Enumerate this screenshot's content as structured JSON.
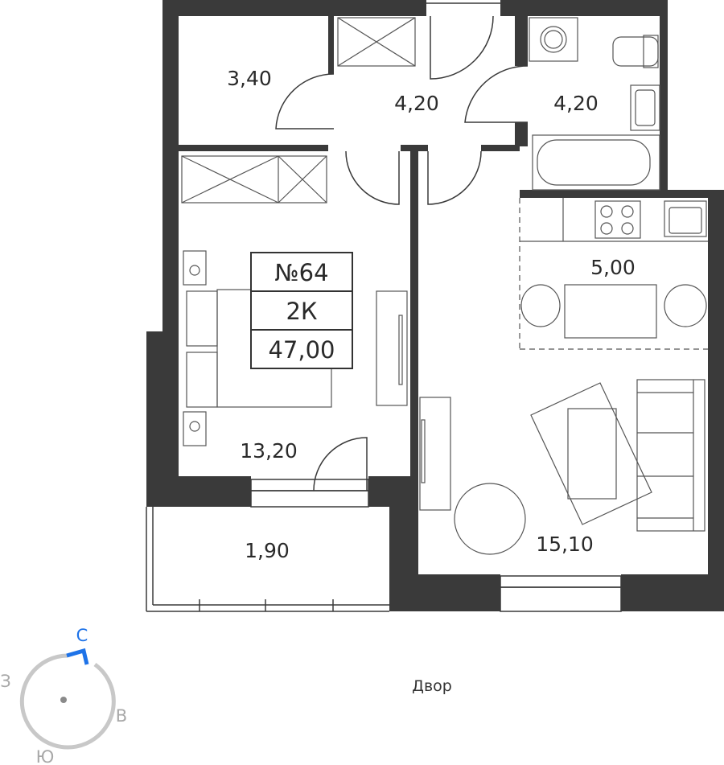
{
  "apartment": {
    "number": "№64",
    "type": "2К",
    "total_area": "47,00"
  },
  "rooms": {
    "storage": "3,40",
    "hall": "4,20",
    "bathroom": "4,20",
    "kitchen": "5,00",
    "bedroom": "13,20",
    "balcony": "1,90",
    "living": "15,10"
  },
  "compass": {
    "north": "С",
    "south": "Ю",
    "west": "З",
    "east": "В"
  },
  "yard_label": "Двор",
  "colors": {
    "walls": "#3a3a3a",
    "north_marker": "#1e73e8",
    "compass_ring": "#c8c8c8"
  }
}
